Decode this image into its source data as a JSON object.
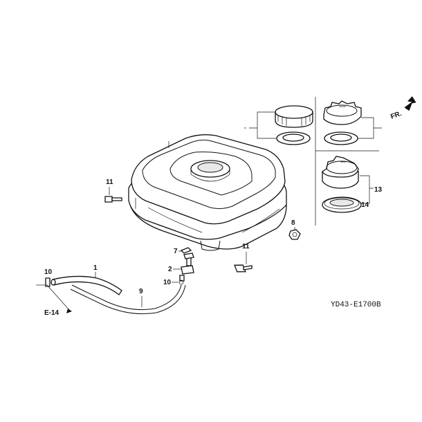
{
  "diagram": {
    "code": "YD43-E1700B",
    "direction_marker": "FR.",
    "reference": "E-14",
    "callouts": {
      "p1": "1",
      "p2": "2",
      "p7": "7",
      "p8": "8",
      "p9": "9",
      "p10a": "10",
      "p10b": "10",
      "p11a": "11",
      "p11b": "11",
      "p13": "13",
      "p14": "14"
    }
  }
}
